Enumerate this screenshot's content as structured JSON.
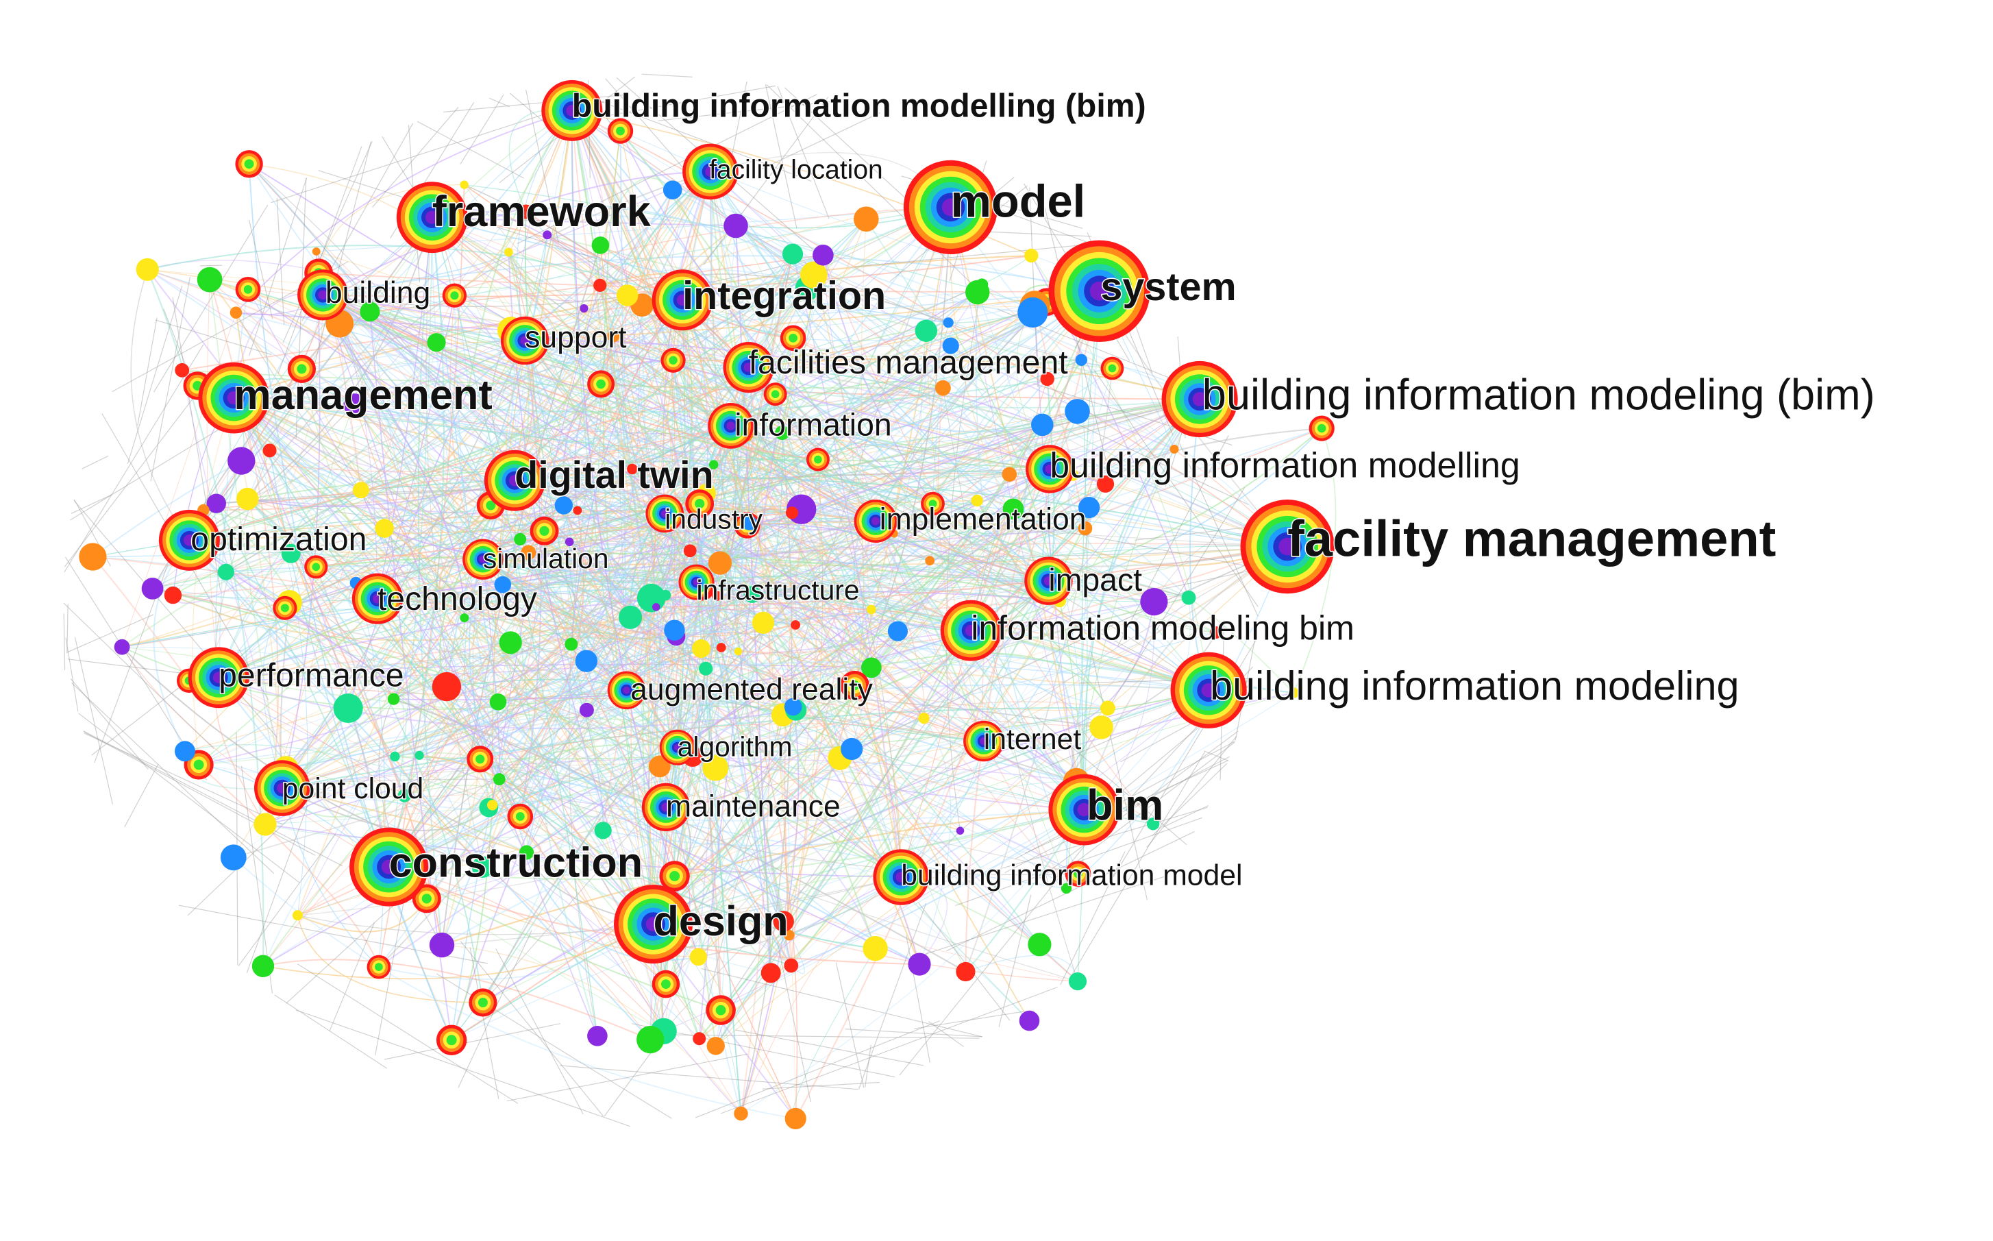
{
  "network": {
    "keywords": [
      "building information modelling (bim)",
      "facility location",
      "model",
      "framework",
      "system",
      "building",
      "integration",
      "support",
      "facilities management",
      "management",
      "building information modeling (bim)",
      "information",
      "building information modelling",
      "digital twin",
      "industry",
      "implementation",
      "optimization",
      "facility management",
      "simulation",
      "infrastructure",
      "impact",
      "technology",
      "information modeling bim",
      "performance",
      "building information modeling",
      "augmented reality",
      "internet",
      "algorithm",
      "point cloud",
      "maintenance",
      "bim",
      "construction",
      "building information model",
      "design"
    ],
    "ring_colors": [
      "#ff1a1a",
      "#ff8c1a",
      "#ffee33",
      "#33e833",
      "#1fd4a0",
      "#1f9cff",
      "#2233cc",
      "#7a1fcc"
    ],
    "node_colors": [
      "#ff2a1a",
      "#ff8c1a",
      "#ffe81a",
      "#22dd22",
      "#19e08c",
      "#1f8cff",
      "#8a2be2"
    ]
  }
}
